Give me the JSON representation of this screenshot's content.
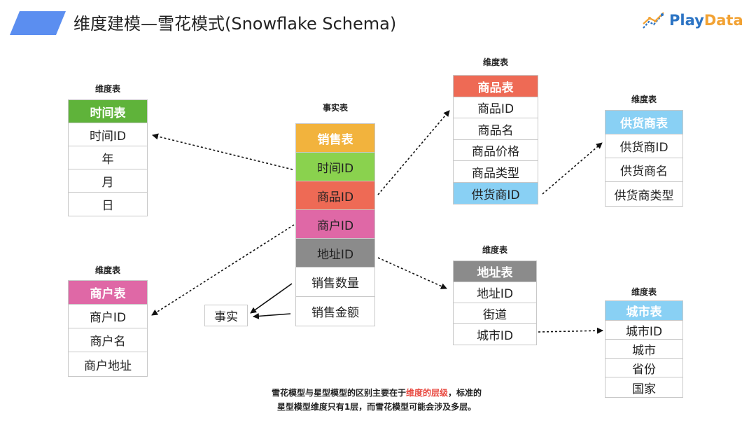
{
  "title": "维度建模—雪花模式(Snowflake Schema)",
  "brand": {
    "play": "Play",
    "data": "Data"
  },
  "fact_caption": "事实表",
  "fact_table": {
    "header": "销售表",
    "rows": [
      "时间ID",
      "商品ID",
      "商户ID",
      "地址ID",
      "销售数量",
      "销售金额"
    ]
  },
  "fact_label": "事实",
  "time_table": {
    "caption": "维度表",
    "header": "时间表",
    "rows": [
      "时间ID",
      "年",
      "月",
      "日"
    ]
  },
  "merchant_table": {
    "caption": "维度表",
    "header": "商户表",
    "rows": [
      "商户ID",
      "商户名",
      "商户地址"
    ]
  },
  "product_table": {
    "caption": "维度表",
    "header": "商品表",
    "rows": [
      "商品ID",
      "商品名",
      "商品价格",
      "商品类型",
      "供货商ID"
    ]
  },
  "supplier_table": {
    "caption": "维度表",
    "header": "供货商表",
    "rows": [
      "供货商ID",
      "供货商名",
      "供货商类型"
    ]
  },
  "address_table": {
    "caption": "维度表",
    "header": "地址表",
    "rows": [
      "地址ID",
      "街道",
      "城市ID"
    ]
  },
  "city_table": {
    "caption": "维度表",
    "header": "城市表",
    "rows": [
      "城市ID",
      "城市",
      "省份",
      "国家"
    ]
  },
  "note": {
    "line1_a": "雪花模型与星型模型的区别主要在于",
    "line1_hl": "维度的层级",
    "line1_b": "，标准的",
    "line2": "星型模型维度只有1层，而雪花模型可能会涉及多层。"
  },
  "colors": {
    "title_bar": "#5b8ef0",
    "sales_header": "#f2b33d",
    "time_id": "#8ad24e",
    "product_id": "#ee6a55",
    "merchant_id": "#df68a6",
    "address_id": "#8b8b8b",
    "time_header": "#5fb33a",
    "merchant_header": "#df68a6",
    "product_header": "#ee6a55",
    "supplier_id": "#89d0f4",
    "supplier_header": "#89d0f4",
    "address_header": "#8b8b8b",
    "city_header": "#89d0f4",
    "highlight": "#e8453c"
  },
  "icons": {
    "logo": "chart-line-icon"
  }
}
